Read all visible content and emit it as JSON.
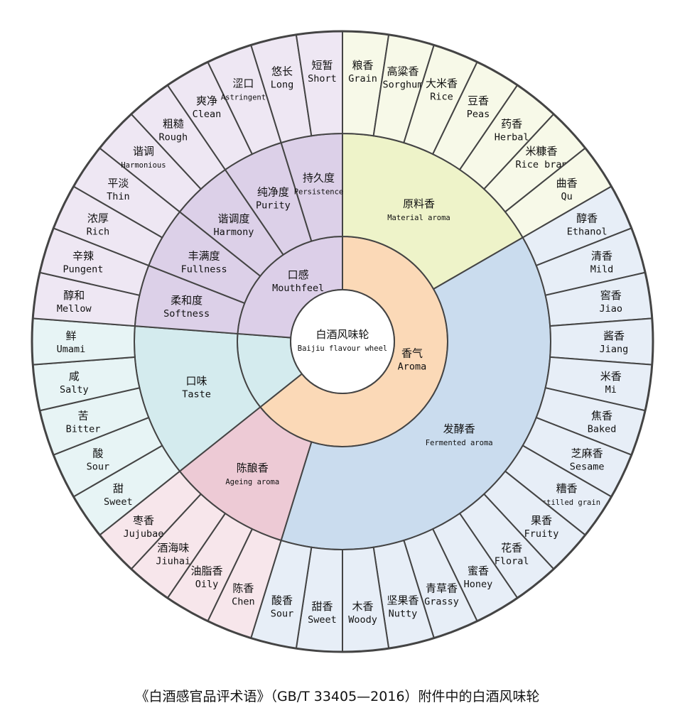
{
  "wheel": {
    "center": {
      "zh": "白酒风味轮",
      "en": "Baijiu flavour wheel"
    },
    "stroke_color": "#444444",
    "categories": [
      {
        "zh": "香气",
        "en": "Aroma",
        "color": "#fbd9b7",
        "groups": [
          {
            "zh": "原料香",
            "en": "Material aroma",
            "color": "#eef3c9",
            "outer_color": "#f7f9e8",
            "terms": [
              {
                "zh": "粮香",
                "en": "Grain"
              },
              {
                "zh": "高粱香",
                "en": "Sorghum"
              },
              {
                "zh": "大米香",
                "en": "Rice"
              },
              {
                "zh": "豆香",
                "en": "Peas"
              },
              {
                "zh": "药香",
                "en": "Herbal"
              },
              {
                "zh": "米糠香",
                "en": "Rice bran"
              },
              {
                "zh": "曲香",
                "en": "Qu"
              }
            ]
          },
          {
            "zh": "发酵香",
            "en": "Fermented aroma",
            "color": "#cadcee",
            "outer_color": "#e7eef7",
            "terms": [
              {
                "zh": "醇香",
                "en": "Ethanol"
              },
              {
                "zh": "清香",
                "en": "Mild"
              },
              {
                "zh": "窖香",
                "en": "Jiao"
              },
              {
                "zh": "酱香",
                "en": "Jiang"
              },
              {
                "zh": "米香",
                "en": "Mi"
              },
              {
                "zh": "焦香",
                "en": "Baked"
              },
              {
                "zh": "芝麻香",
                "en": "Sesame"
              },
              {
                "zh": "糟香",
                "en": "Distilled grain"
              },
              {
                "zh": "果香",
                "en": "Fruity"
              },
              {
                "zh": "花香",
                "en": "Floral"
              },
              {
                "zh": "蜜香",
                "en": "Honey"
              },
              {
                "zh": "青草香",
                "en": "Grassy"
              },
              {
                "zh": "坚果香",
                "en": "Nutty"
              },
              {
                "zh": "木香",
                "en": "Woody"
              },
              {
                "zh": "甜香",
                "en": "Sweet"
              },
              {
                "zh": "酸香",
                "en": "Sour"
              }
            ]
          },
          {
            "zh": "陈酿香",
            "en": "Ageing aroma",
            "color": "#edcad5",
            "outer_color": "#f7e6eb",
            "terms": [
              {
                "zh": "陈香",
                "en": "Chen"
              },
              {
                "zh": "油脂香",
                "en": "Oily"
              },
              {
                "zh": "酒海味",
                "en": "Jiuhai"
              },
              {
                "zh": "枣香",
                "en": "Jujubae"
              }
            ]
          }
        ]
      },
      {
        "zh": "",
        "en": "",
        "color": "#d4ebee",
        "groups": [
          {
            "zh": "口味",
            "en": "Taste",
            "color": "#d4ebee",
            "outer_color": "#e7f4f5",
            "terms": [
              {
                "zh": "甜",
                "en": "Sweet"
              },
              {
                "zh": "酸",
                "en": "Sour"
              },
              {
                "zh": "苦",
                "en": "Bitter"
              },
              {
                "zh": "咸",
                "en": "Salty"
              },
              {
                "zh": "鲜",
                "en": "Umami"
              }
            ]
          }
        ]
      },
      {
        "zh": "口感",
        "en": "Mouthfeel",
        "color": "#dccfe8",
        "groups": [
          {
            "zh": "柔和度",
            "en": "Softness",
            "color": "#dcd0e8",
            "outer_color": "#eee7f3",
            "terms": [
              {
                "zh": "醇和",
                "en": "Mellow"
              },
              {
                "zh": "辛辣",
                "en": "Pungent"
              }
            ]
          },
          {
            "zh": "丰满度",
            "en": "Fullness",
            "color": "#dcd0e8",
            "outer_color": "#eee7f3",
            "terms": [
              {
                "zh": "浓厚",
                "en": "Rich"
              },
              {
                "zh": "平淡",
                "en": "Thin"
              }
            ]
          },
          {
            "zh": "谐调度",
            "en": "Harmony",
            "color": "#dcd0e8",
            "outer_color": "#eee7f3",
            "terms": [
              {
                "zh": "谐调",
                "en": "Harmonious"
              },
              {
                "zh": "粗糙",
                "en": "Rough"
              }
            ]
          },
          {
            "zh": "纯净度",
            "en": "Purity",
            "color": "#dcd0e8",
            "outer_color": "#eee7f3",
            "terms": [
              {
                "zh": "爽净",
                "en": "Clean"
              },
              {
                "zh": "涩口",
                "en": "Astringent"
              }
            ]
          },
          {
            "zh": "持久度",
            "en": "Persistence",
            "color": "#dcd0e8",
            "outer_color": "#eee7f3",
            "terms": [
              {
                "zh": "悠长",
                "en": "Long"
              },
              {
                "zh": "短暂",
                "en": "Short"
              }
            ]
          }
        ]
      }
    ]
  },
  "caption": "《白酒感官品评术语》（GB/T 33405—2016）附件中的白酒风味轮"
}
